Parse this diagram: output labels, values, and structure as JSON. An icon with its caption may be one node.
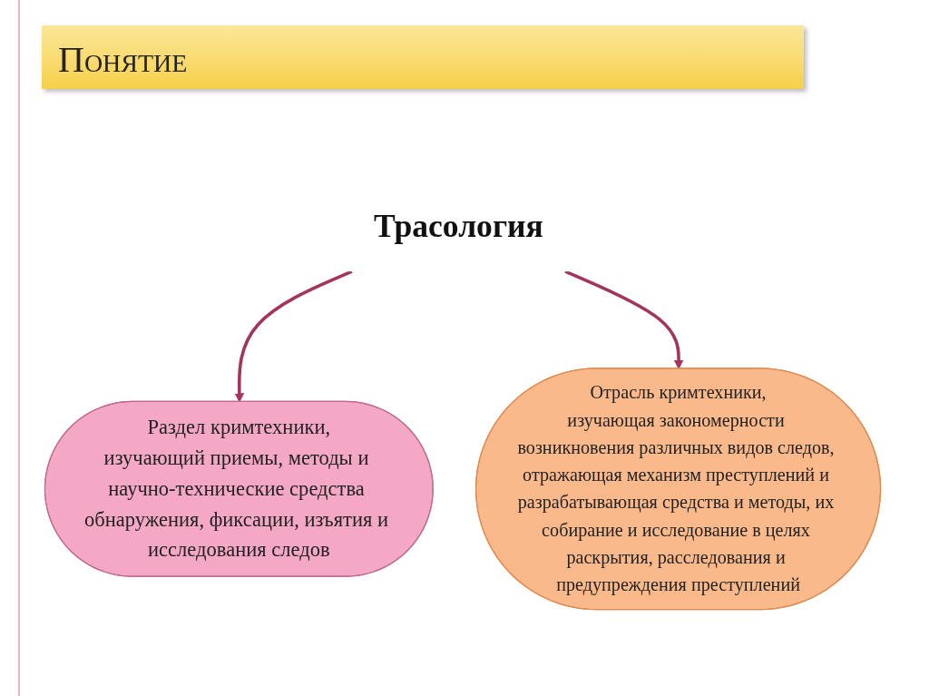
{
  "diagram": {
    "title": "Понятие",
    "nodes": [
      {
        "text": [
          "Трасология"
        ]
      },
      {
        "text": [
          "Раздел кримтехники,",
          "изучающий приемы, методы и научно-технические средства обнаружения, фиксации, изъятия и исследования следов"
        ]
      },
      {
        "text": [
          "Отрасль кримтехники,",
          "изучающая закономерности возникновения различных видов следов, отражающая механизм преступлений и разрабатывающая средства и методы, их собирание и исследование в целях раскрытия, расследования и предупреждения преступлений"
        ]
      }
    ],
    "edges": [
      {
        "from": 0,
        "to": 1,
        "arrow": "to"
      },
      {
        "from": 0,
        "to": 2,
        "arrow": "to"
      }
    ]
  }
}
